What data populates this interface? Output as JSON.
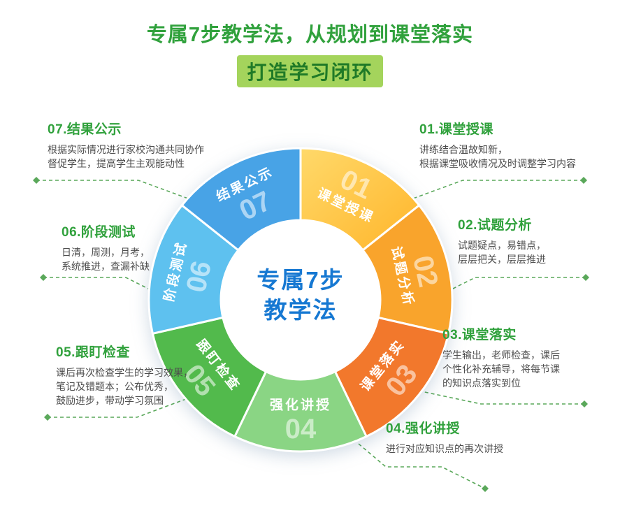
{
  "header": {
    "title": "专属7步教学法，从规划到课堂落实",
    "subtitle": "打造学习闭环"
  },
  "wheel": {
    "center_line1": "专属7步",
    "center_line2": "教学法",
    "center_text_color": "#1678d2",
    "segments": [
      {
        "num": "01",
        "label": "课堂授课",
        "color": "#ffb52a",
        "color2": "#ffd96a",
        "num_outer": true
      },
      {
        "num": "02",
        "label": "试题分析",
        "color": "#f9a42c",
        "num_outer": true
      },
      {
        "num": "03",
        "label": "课堂落实",
        "color": "#f2782c",
        "num_outer": true
      },
      {
        "num": "04",
        "label": "强化讲授",
        "color": "#8ad584",
        "num_outer": true
      },
      {
        "num": "05",
        "label": "跟盯检查",
        "color": "#52ba4c",
        "num_outer": true
      },
      {
        "num": "06",
        "label": "阶段测试",
        "color": "#5ec1ef",
        "num_outer": false
      },
      {
        "num": "07",
        "label": "结果公示",
        "color": "#48a3e6",
        "num_outer": false
      }
    ]
  },
  "callouts": [
    {
      "title": "01.课堂授课",
      "lines": [
        "讲练结合温故知新，",
        "根据课堂吸收情况及时调整学习内容"
      ]
    },
    {
      "title": "02.试题分析",
      "lines": [
        "试题疑点，易错点，",
        "层层把关，层层推进"
      ]
    },
    {
      "title": "03.课堂落实",
      "lines": [
        "学生输出，老师检查，课后",
        "个性化补充辅导，将每节课",
        "的知识点落实到位"
      ]
    },
    {
      "title": "04.强化讲授",
      "lines": [
        "进行对应知识点的再次讲授"
      ]
    },
    {
      "title": "05.跟盯检查",
      "lines": [
        "课后再次检查学生的学习效果，",
        "笔记及错题本；公布优秀，",
        "鼓励进步，带动学习氛围"
      ]
    },
    {
      "title": "06.阶段测试",
      "lines": [
        "日清，周测，月考，",
        "系统推进，查漏补缺"
      ]
    },
    {
      "title": "07.结果公示",
      "lines": [
        "根据实际情况进行家校沟通共同协作",
        "督促学生，提高学生主观能动性"
      ]
    }
  ],
  "colors": {
    "accent_green": "#30a13c",
    "subtitle_bg": "#a4d45c",
    "connector_green": "#5aa85a",
    "desc_gray": "#4d4d4d"
  }
}
